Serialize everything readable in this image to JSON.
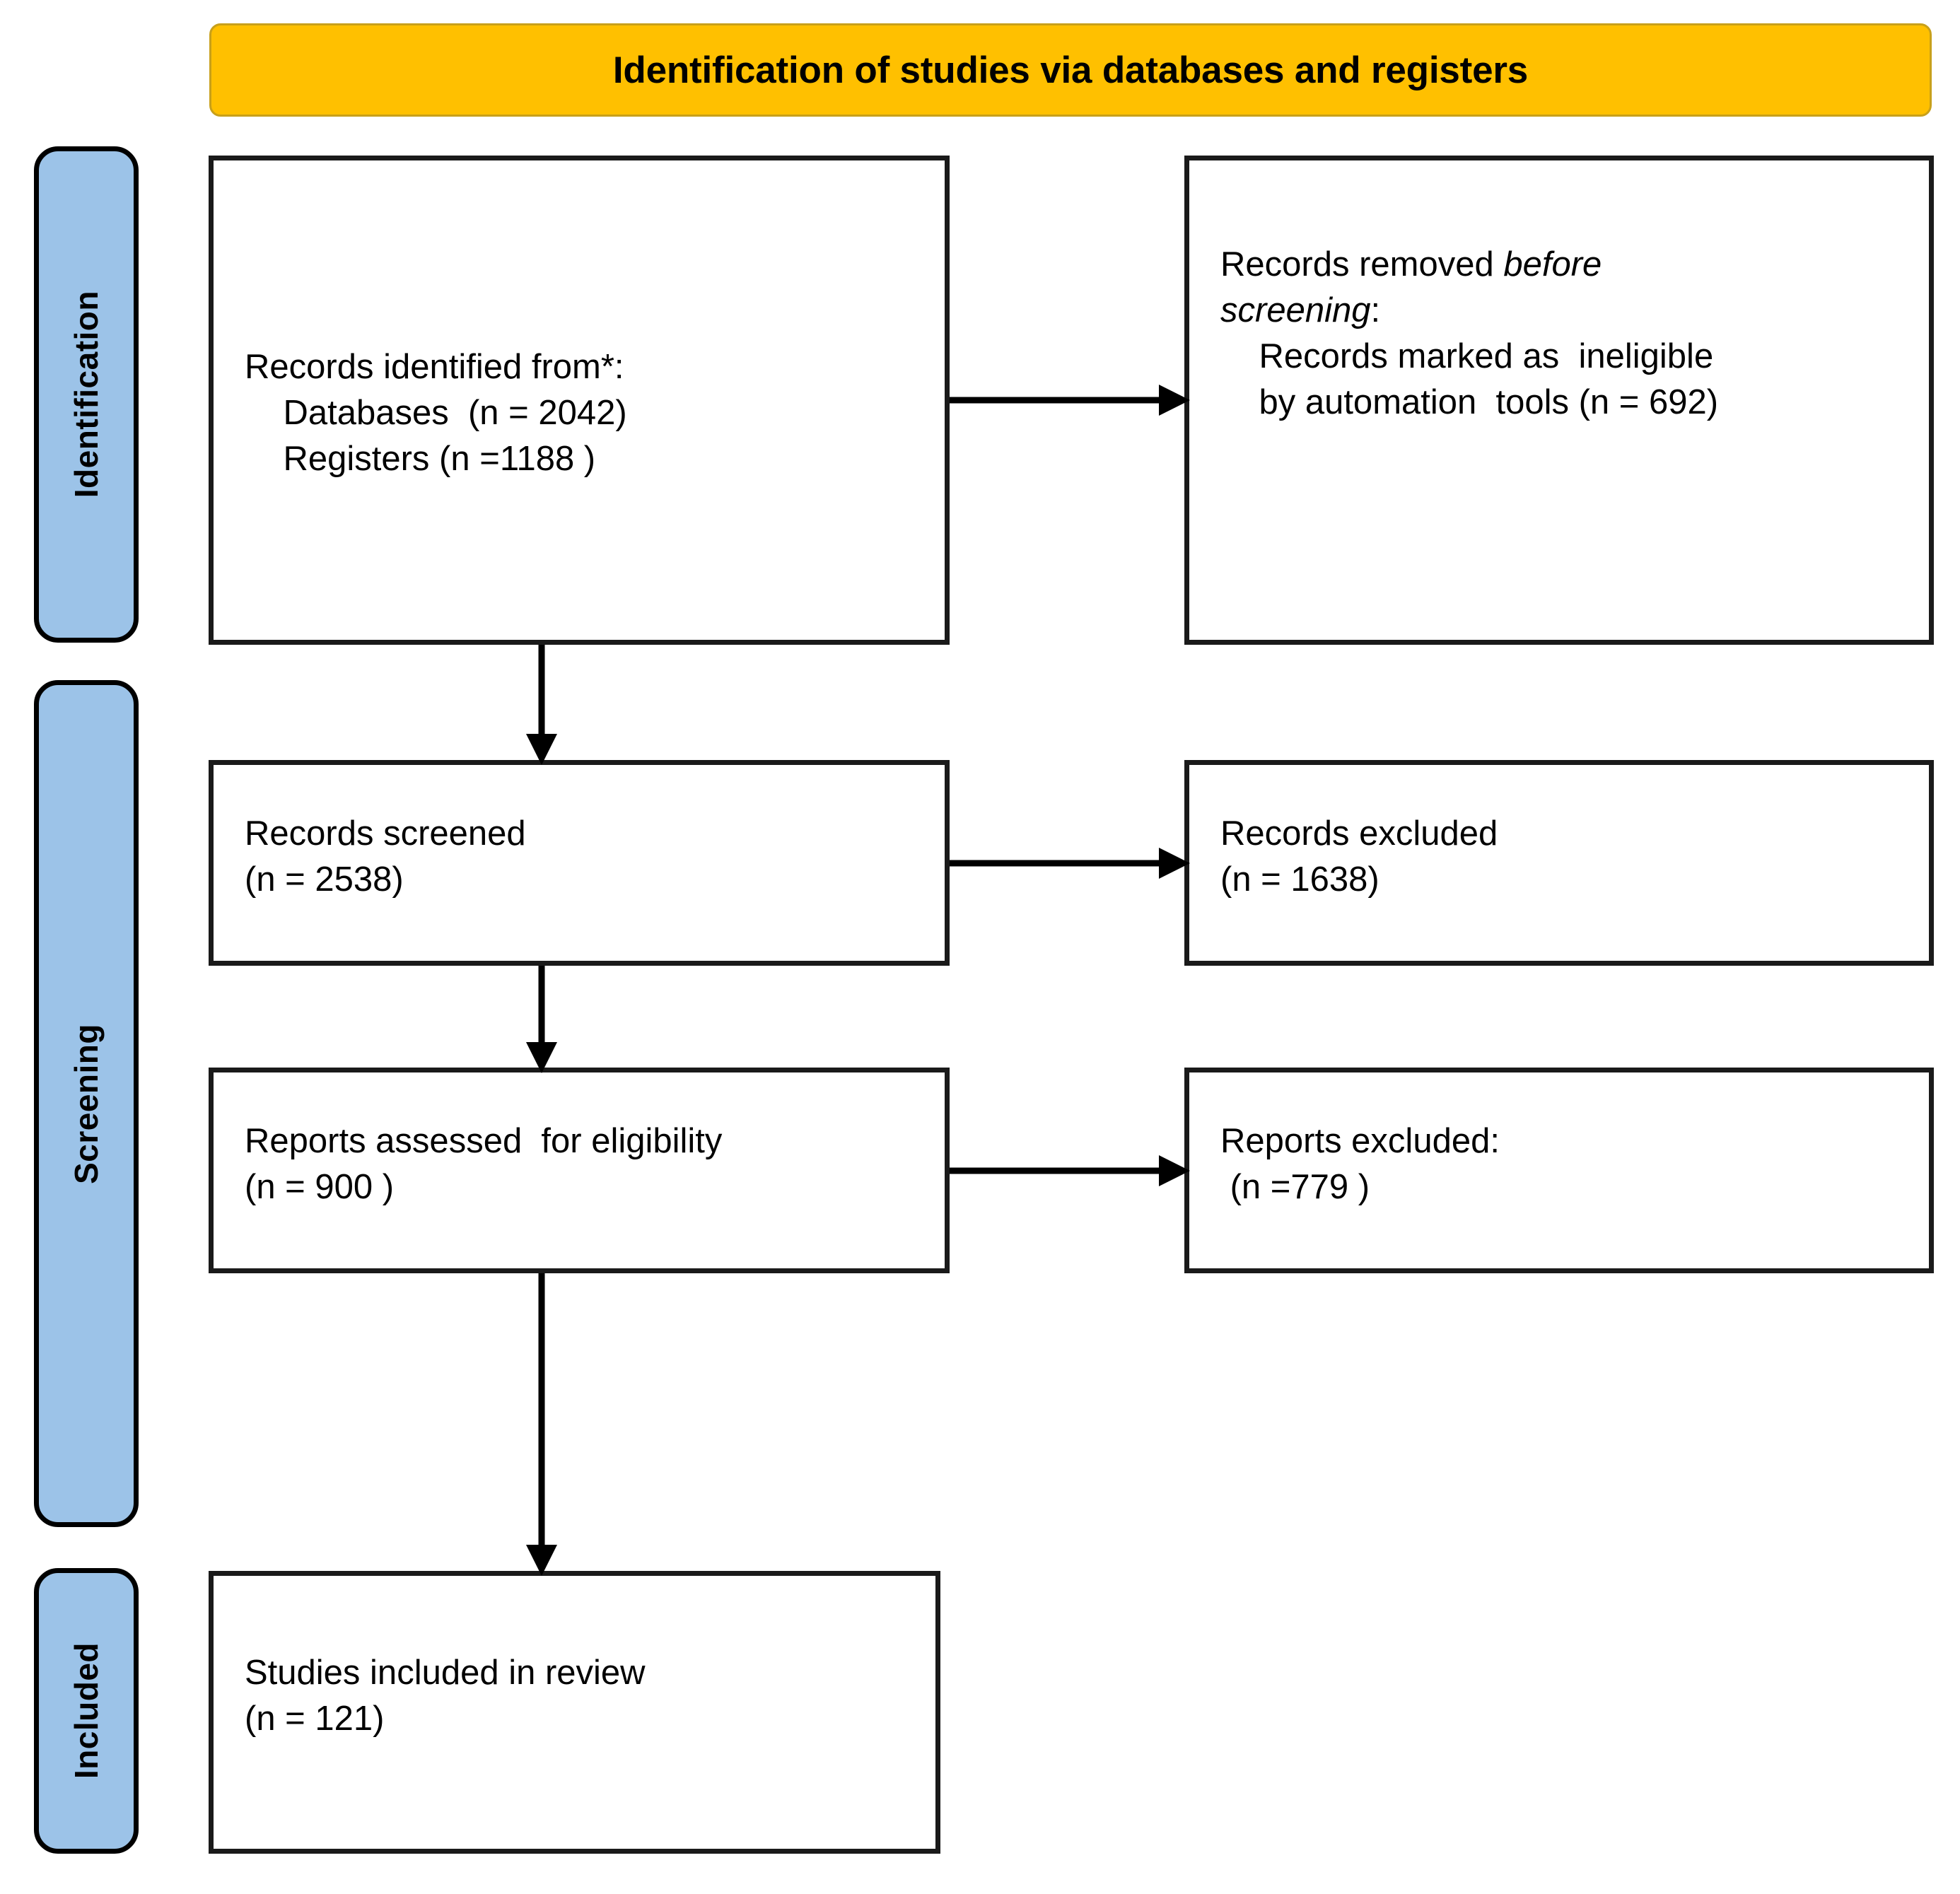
{
  "colors": {
    "banner_bg": "#FFC000",
    "stage_bg": "#9CC3E8",
    "box_border": "#1A1A1A",
    "text": "#000000"
  },
  "banner": {
    "title": "Identification of studies via databases and registers"
  },
  "stages": [
    {
      "id": "identification",
      "label": "Identification"
    },
    {
      "id": "screening",
      "label": "Screening"
    },
    {
      "id": "included",
      "label": "Included"
    }
  ],
  "boxes": {
    "identified": {
      "line1": "Records identified from*:",
      "line2": "    Databases  (n = 2042)",
      "line3": "    Registers (n =1188 )"
    },
    "removed": {
      "line1_prefix": "Records removed ",
      "line1_italic": "before",
      "line2_italic": "screening",
      "line2_suffix": ":",
      "line3": "    Records marked as  ineligible",
      "line4": "    by automation  tools (n = 692)"
    },
    "screened": {
      "line1": "Records screened",
      "line2": "(n = 2538)"
    },
    "records_excluded": {
      "line1": "Records excluded",
      "line2": "(n = 1638)"
    },
    "assessed": {
      "line1": "Reports assessed  for eligibility",
      "line2": "(n = 900 )"
    },
    "reports_excluded": {
      "line1": "Reports excluded:",
      "line2": " (n =779 )"
    },
    "included": {
      "line1": "Studies included in review",
      "line2": "(n = 121)"
    }
  },
  "chart_data": {
    "type": "diagram",
    "diagram_kind": "prisma-flow",
    "title": "Identification of studies via databases and registers",
    "nodes": [
      {
        "id": "identified",
        "stage": "Identification",
        "column": "left",
        "label": "Records identified from*: Databases (n = 2042); Registers (n =1188 )",
        "counts": {
          "databases": 2042,
          "registers": 1188
        }
      },
      {
        "id": "removed",
        "stage": "Identification",
        "column": "right",
        "label": "Records removed before screening: Records marked as ineligible by automation tools (n = 692)",
        "counts": {
          "ineligible_by_automation": 692
        }
      },
      {
        "id": "screened",
        "stage": "Screening",
        "column": "left",
        "label": "Records screened (n = 2538)",
        "counts": {
          "n": 2538
        }
      },
      {
        "id": "records_excluded",
        "stage": "Screening",
        "column": "right",
        "label": "Records excluded (n = 1638)",
        "counts": {
          "n": 1638
        }
      },
      {
        "id": "assessed",
        "stage": "Screening",
        "column": "left",
        "label": "Reports assessed for eligibility (n = 900 )",
        "counts": {
          "n": 900
        }
      },
      {
        "id": "reports_excluded",
        "stage": "Screening",
        "column": "right",
        "label": "Reports excluded: (n =779 )",
        "counts": {
          "n": 779
        }
      },
      {
        "id": "included",
        "stage": "Included",
        "column": "left",
        "label": "Studies included in review (n = 121)",
        "counts": {
          "n": 121
        }
      }
    ],
    "edges": [
      {
        "from": "identified",
        "to": "removed",
        "direction": "right"
      },
      {
        "from": "identified",
        "to": "screened",
        "direction": "down"
      },
      {
        "from": "screened",
        "to": "records_excluded",
        "direction": "right"
      },
      {
        "from": "screened",
        "to": "assessed",
        "direction": "down"
      },
      {
        "from": "assessed",
        "to": "reports_excluded",
        "direction": "right"
      },
      {
        "from": "assessed",
        "to": "included",
        "direction": "down"
      }
    ]
  }
}
